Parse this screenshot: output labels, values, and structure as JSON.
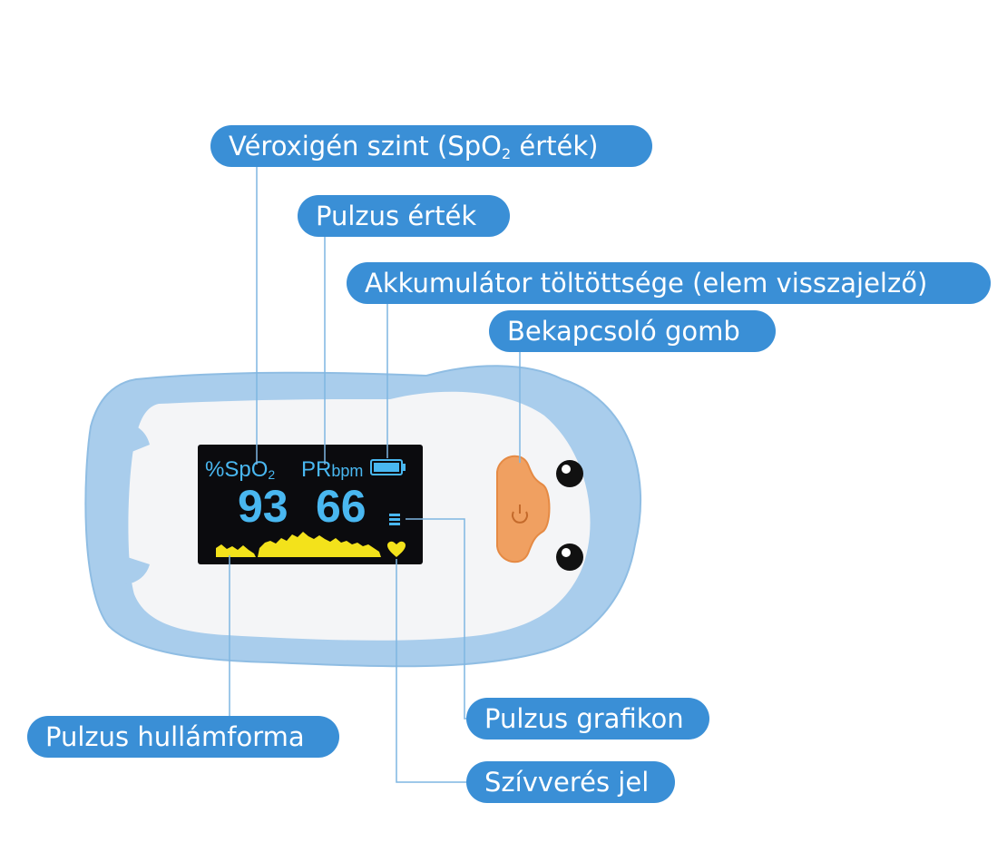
{
  "labels": {
    "spo2_prefix": "Véroxigén szint (SpO",
    "spo2_sub": "2",
    "spo2_suffix": " érték)",
    "pulse_value": "Pulzus érték",
    "battery": "Akkumulátor töltöttsége (elem visszajelző)",
    "power_button": "Bekapcsoló gomb",
    "pulse_waveform": "Pulzus hullámforma",
    "pulse_graph": "Pulzus grafikon",
    "heartbeat": "Szívverés jel"
  },
  "screen": {
    "spo2_unit": "%SpO",
    "spo2_unit_sub": "2",
    "pr_label": "PR",
    "pr_unit": "bpm",
    "spo2_value": "93",
    "pr_value": "66",
    "battery_level": 1.0
  },
  "colors": {
    "label_bg": "#3a8fd6",
    "device_blue": "#a9cdec",
    "device_white": "#f4f5f7",
    "screen_bg": "#0b0b0e",
    "reading_blue": "#49b7f0",
    "waveform_yellow": "#f3e21b",
    "button_orange": "#f0a061",
    "leader_line": "#7fb6e2"
  }
}
